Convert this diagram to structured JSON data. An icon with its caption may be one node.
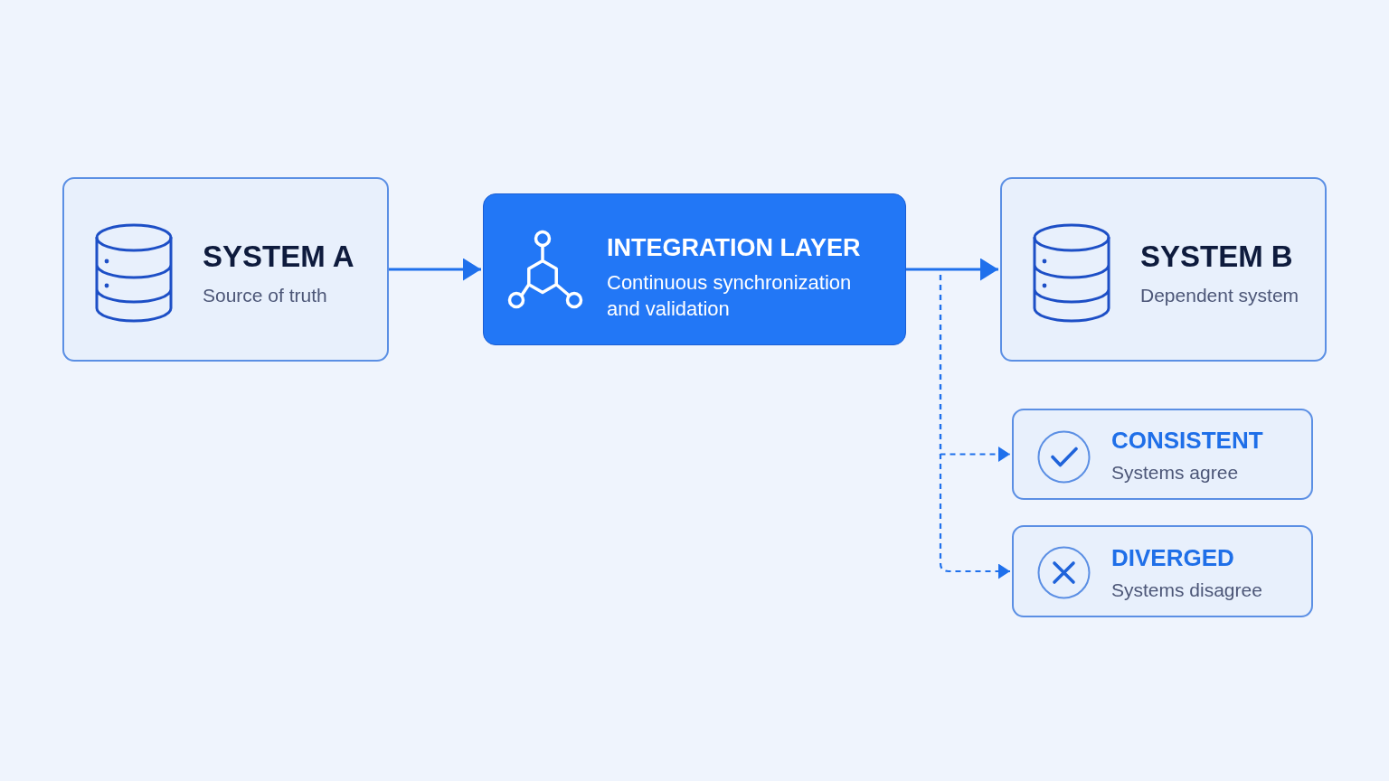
{
  "diagram": {
    "nodes": [
      {
        "text": [
          "SYSTEM A",
          "Source of truth"
        ]
      },
      {
        "text": [
          "INTEGRATION LAYER",
          "Continuous synchronization and validation"
        ]
      },
      {
        "text": [
          "SYSTEM B",
          "Dependent system"
        ]
      },
      {
        "text": [
          "CONSISTENT",
          "Systems agree"
        ]
      },
      {
        "text": [
          "DIVERGED",
          "Systems disagree"
        ]
      }
    ],
    "edges": [
      {
        "from": 0,
        "to": 1,
        "arrow": "to"
      },
      {
        "from": 1,
        "to": 2,
        "arrow": "to"
      },
      {
        "from": 1,
        "to": 3,
        "arrow": "to",
        "style": "dashed"
      },
      {
        "from": 1,
        "to": 4,
        "arrow": "to",
        "style": "dashed"
      }
    ]
  }
}
